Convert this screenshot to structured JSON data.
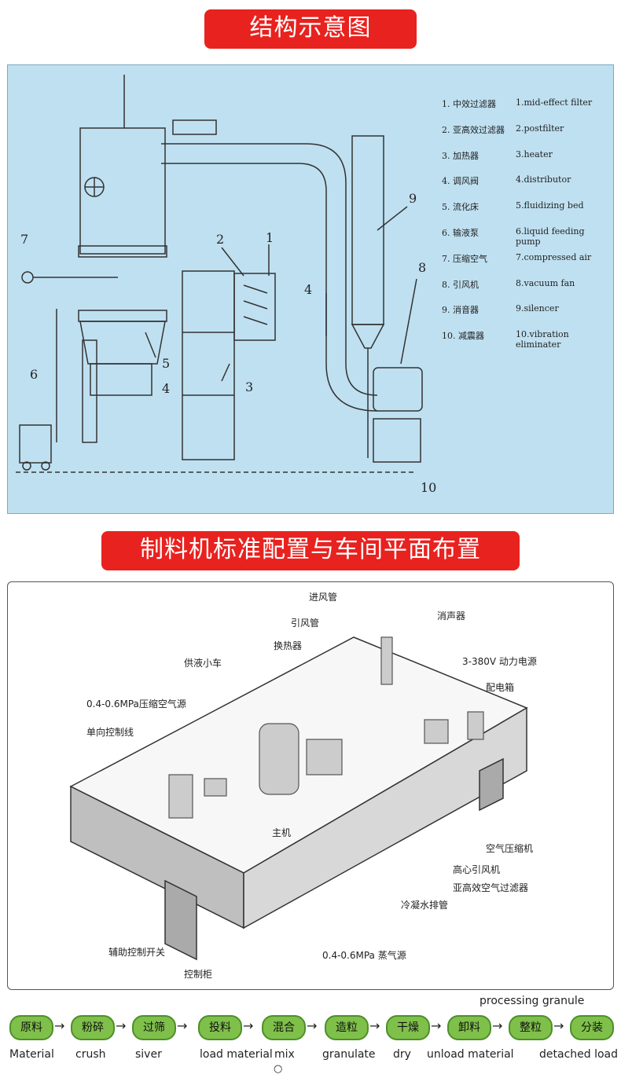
{
  "section1": {
    "title": "结构示意图",
    "legend": [
      {
        "cn": "1. 中效过滤器",
        "en": "1.mid-effect filter"
      },
      {
        "cn": "2. 亚高效过滤器",
        "en": "2.postfilter"
      },
      {
        "cn": "3. 加热器",
        "en": "3.heater"
      },
      {
        "cn": "4. 调风阀",
        "en": "4.distributor"
      },
      {
        "cn": "5. 流化床",
        "en": "5.fluidizing bed"
      },
      {
        "cn": "6. 输液泵",
        "en": "6.liquid feeding pump"
      },
      {
        "cn": "7. 压缩空气",
        "en": "7.compressed air"
      },
      {
        "cn": "8. 引风机",
        "en": "8.vacuum fan"
      },
      {
        "cn": "9. 消音器",
        "en": "9.silencer"
      },
      {
        "cn": "10. 减震器",
        "en": "10.vibration eliminater"
      }
    ],
    "callouts": [
      "1",
      "2",
      "3",
      "4",
      "4",
      "5",
      "6",
      "7",
      "8",
      "9",
      "10"
    ]
  },
  "section2": {
    "title": "制料机标准配置与车间平面布置",
    "labels": {
      "inlet_pipe": "进风管",
      "exhaust_pipe": "引风管",
      "silencer": "消声器",
      "heat_exchanger": "换热器",
      "feed_cart": "供液小车",
      "power": "3-380V  动力电源",
      "dist_box": "配电箱",
      "compressed_air": "0.4-0.6MPa压缩空气源",
      "control_line": "单向控制线",
      "main_unit": "主机",
      "air_compressor": "空气压缩机",
      "centrifugal_fan": "高心引风机",
      "sub_filter": "亚高效空气过滤器",
      "condensate": "冷凝水排管",
      "aux_switch": "辅助控制开关",
      "steam": "0.4-0.6MPa  蒸气源",
      "cabinet": "控制柜"
    }
  },
  "process": {
    "top_label": "processing granule",
    "steps": [
      {
        "cn": "原料",
        "en": "Material"
      },
      {
        "cn": "粉碎",
        "en": "crush"
      },
      {
        "cn": "过筛",
        "en": "siver"
      },
      {
        "cn": "投料",
        "en": "load material"
      },
      {
        "cn": "混合",
        "en": "mix"
      },
      {
        "cn": "造粒",
        "en": "granulate"
      },
      {
        "cn": "干燥",
        "en": "dry"
      },
      {
        "cn": "卸料",
        "en": "unload material"
      },
      {
        "cn": "整粒",
        "en": ""
      },
      {
        "cn": "分装",
        "en": "detached load"
      }
    ],
    "bottom_mark": "○"
  },
  "colors": {
    "banner": "#e8221f",
    "panel": "#bfe0f1",
    "step": "#7fc04a"
  }
}
